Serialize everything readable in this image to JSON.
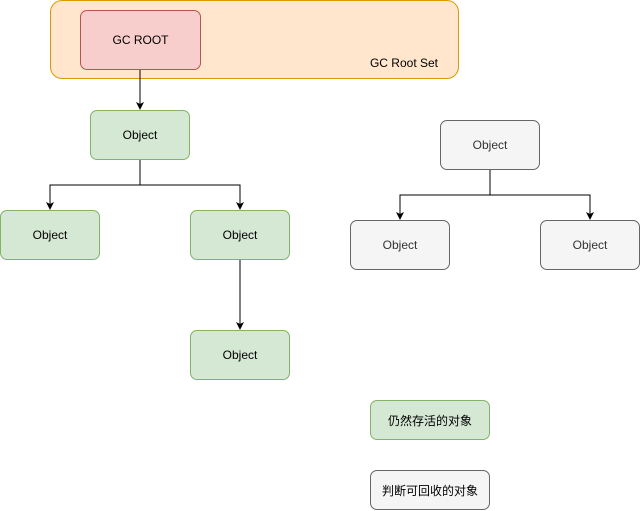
{
  "root_set": {
    "label": "GC Root Set"
  },
  "gc_root": {
    "label": "GC ROOT"
  },
  "nodes": {
    "live_top": "Object",
    "live_left": "Object",
    "live_right": "Object",
    "live_bottom": "Object",
    "dead_top": "Object",
    "dead_left": "Object",
    "dead_right": "Object"
  },
  "legend": {
    "live": "仍然存活的对象",
    "dead": "判断可回收的对象"
  },
  "colors": {
    "root_set_fill": "#ffe6cc",
    "root_set_stroke": "#d79b00",
    "gc_root_fill": "#f8cecc",
    "gc_root_stroke": "#b85450",
    "live_fill": "#d5e8d4",
    "live_stroke": "#82b366",
    "dead_fill": "#f5f5f5",
    "dead_stroke": "#666666",
    "edge": "#000000"
  }
}
